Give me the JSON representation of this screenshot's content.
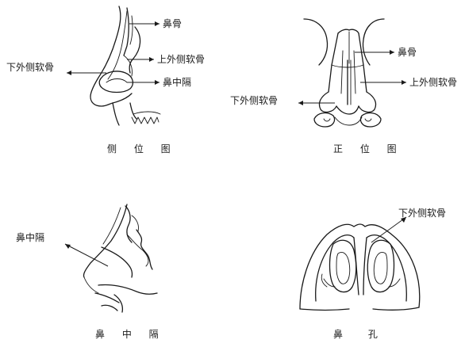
{
  "panels": {
    "side_view": {
      "caption": "侧 位 图",
      "labels": {
        "nasal_bone": "鼻骨",
        "upper_lateral_cartilage": "上外侧软骨",
        "lower_lateral_cartilage": "下外侧软骨",
        "septum": "鼻中隔"
      }
    },
    "front_view": {
      "caption": "正 位 图",
      "labels": {
        "nasal_bone": "鼻骨",
        "upper_lateral_cartilage": "上外侧软骨",
        "lower_lateral_cartilage": "下外侧软骨"
      }
    },
    "septum_view": {
      "caption": "鼻 中 隔",
      "labels": {
        "septum": "鼻中隔"
      }
    },
    "nostril_view": {
      "caption": "鼻 孔",
      "labels": {
        "lower_lateral_cartilage": "下外侧软骨"
      }
    }
  }
}
